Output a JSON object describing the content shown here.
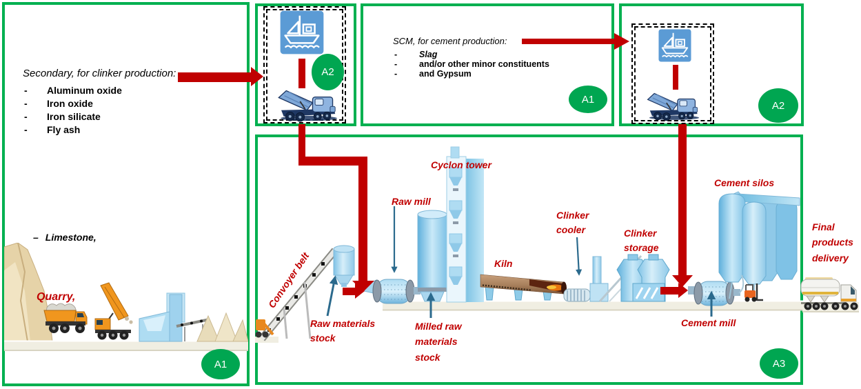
{
  "colors": {
    "box_border_green": "#00B050",
    "badge_green": "#00A651",
    "flow_red": "#C00000",
    "label_red": "#C00000",
    "pointer_blue": "#2B6A8D",
    "ship_tile_blue": "#5B9BD5"
  },
  "icons": {
    "ship": "cargo-ship-icon",
    "dump_truck": "dump-truck-icon",
    "forklift": "forklift-icon",
    "delivery_truck": "cement-tanker-truck-icon",
    "quarry_scene": "quarry-trucks-crusher-icon",
    "plant_scene": "cement-plant-equipment-icon"
  },
  "quarry_box": {
    "heading": "Secondary, for clinker production:",
    "bullet": "-",
    "items": [
      "Aluminum oxide",
      "Iron oxide",
      "Iron silicate",
      "Fly ash"
    ],
    "limestone_dash": "–",
    "limestone": "Limestone,",
    "quarry_label": "Quarry,",
    "badge": "A1"
  },
  "import_box_left": {
    "badge": "A2"
  },
  "scm_box": {
    "heading": "SCM, for cement production:",
    "bullet": "-",
    "items": [
      "Slag",
      "and/or other minor constituents",
      "and Gypsum"
    ],
    "badge": "A1"
  },
  "import_box_right": {
    "badge": "A2"
  },
  "plant_box": {
    "badge": "A3",
    "labels": {
      "conveyor": "Convoyer belt",
      "raw_materials_stock": "Raw materials stock",
      "raw_mill": "Raw mill",
      "milled_raw_materials_stock": "Milled raw materials stock",
      "cyclon_tower": "Cyclon tower",
      "kiln": "Kiln",
      "clinker_cooler": "Clinker cooler",
      "clinker_storage": "Clinker storage",
      "cement_silos": "Cement silos",
      "cement_mill": "Cement mill"
    }
  },
  "outside": {
    "final_products_delivery": "Final products delivery"
  }
}
